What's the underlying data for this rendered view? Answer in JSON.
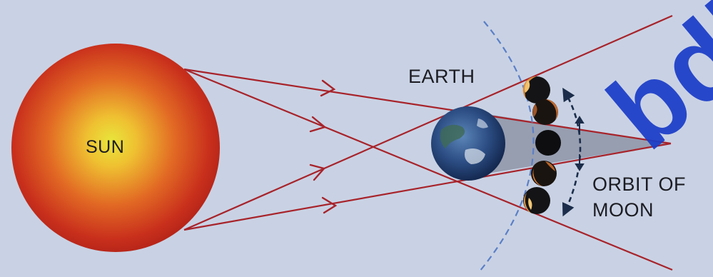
{
  "labels": {
    "sun": "SUN",
    "earth": "EARTH",
    "orbit_line1": "ORBIT OF",
    "orbit_line2": "MOON"
  },
  "watermark": "bdb",
  "colors": {
    "background": "#c9d2e4",
    "sun_core": "#e8e23a",
    "sun_edge": "#c7261a",
    "ray": "#a8232a",
    "umbra": "#8e95a7",
    "orbit_blue": "#5b7fc7",
    "orbit_arrow": "#1b2d4a",
    "watermark": "#1a3cc8"
  },
  "moon_phases": [
    "partial",
    "partial",
    "total",
    "partial",
    "partial"
  ]
}
